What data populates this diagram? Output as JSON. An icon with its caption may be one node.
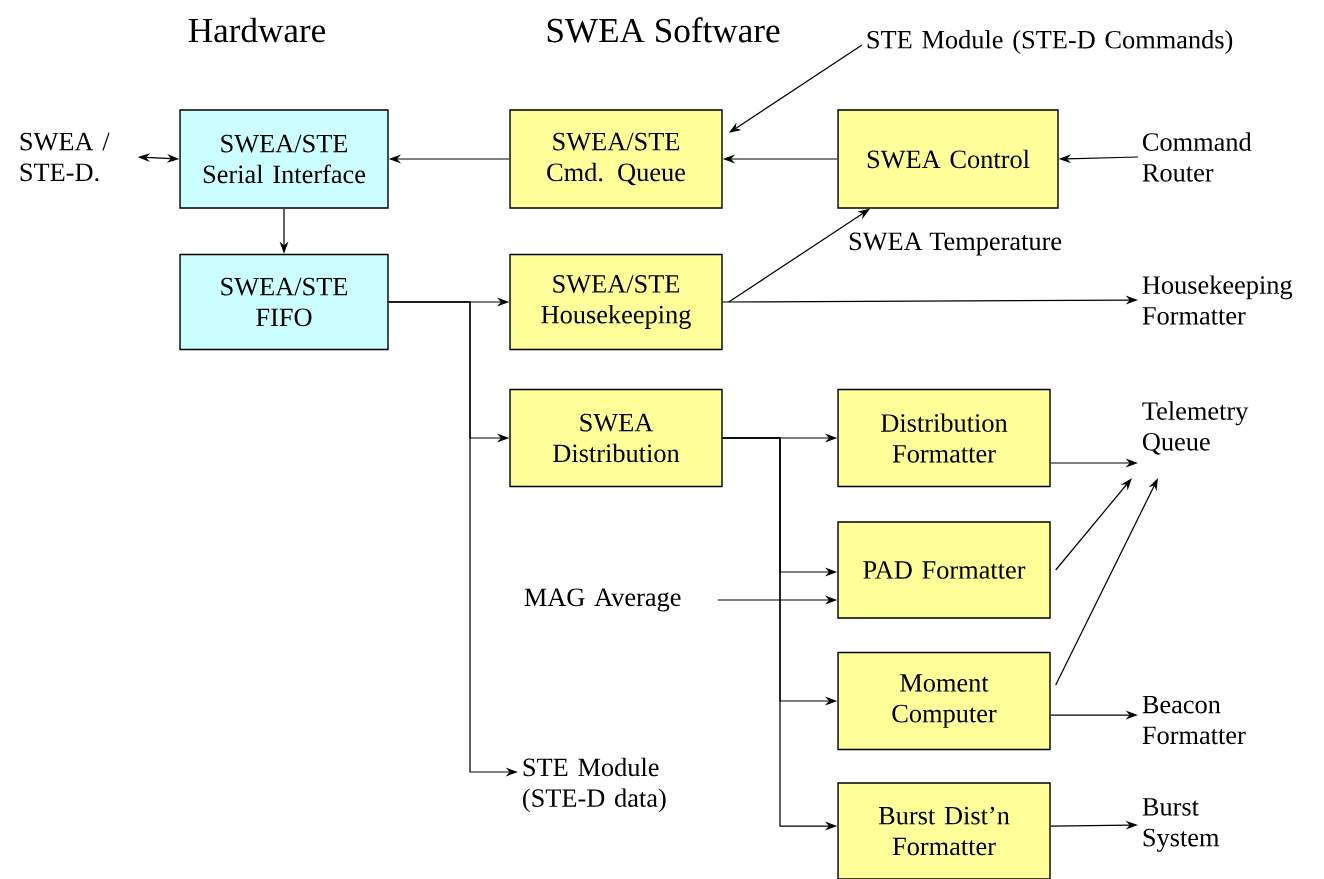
{
  "diagram": {
    "nodes": [
      {
        "text": [
          "SWEA / STE-D."
        ]
      },
      {
        "text": [
          "SWEA/STE Serial Interface"
        ]
      },
      {
        "text": [
          "SWEA/STE FIFO"
        ]
      },
      {
        "text": [
          "SWEA/STE Cmd. Queue"
        ]
      },
      {
        "text": [
          "SWEA Control"
        ]
      },
      {
        "text": [
          "Command Router"
        ]
      },
      {
        "text": [
          "STE Module (STE-D Commands)"
        ]
      },
      {
        "text": [
          "SWEA/STE Housekeeping"
        ]
      },
      {
        "text": [
          "Housekeeping Formatter"
        ]
      },
      {
        "text": [
          "SWEA Distribution"
        ]
      },
      {
        "text": [
          "Distribution Formatter"
        ]
      },
      {
        "text": [
          "Telemetry Queue"
        ]
      },
      {
        "text": [
          "PAD Formatter"
        ]
      },
      {
        "text": [
          "MAG Average"
        ]
      },
      {
        "text": [
          "Moment Computer"
        ]
      },
      {
        "text": [
          "Beacon Formatter"
        ]
      },
      {
        "text": [
          "STE Module (STE-D data)"
        ]
      },
      {
        "text": [
          "Burst Dist’n Formatter"
        ]
      },
      {
        "text": [
          "Burst System"
        ]
      }
    ],
    "edges": [
      {
        "from": 1,
        "to": 0,
        "arrow": "both"
      },
      {
        "from": 3,
        "to": 1,
        "arrow": "to"
      },
      {
        "from": 4,
        "to": 3,
        "arrow": "to"
      },
      {
        "from": 5,
        "to": 4,
        "arrow": "to"
      },
      {
        "from": 6,
        "to": 3,
        "arrow": "to"
      },
      {
        "from": 1,
        "to": 2,
        "arrow": "to"
      },
      {
        "from": 7,
        "to": 4,
        "arrow": "to",
        "label": "SWEA Temperature"
      },
      {
        "from": 2,
        "to": 7,
        "arrow": "to"
      },
      {
        "from": 2,
        "to": 9,
        "arrow": "to"
      },
      {
        "from": 2,
        "to": 16,
        "arrow": "to"
      },
      {
        "from": 7,
        "to": 8,
        "arrow": "to"
      },
      {
        "from": 9,
        "to": 10,
        "arrow": "to"
      },
      {
        "from": 9,
        "to": 12,
        "arrow": "to"
      },
      {
        "from": 9,
        "to": 14,
        "arrow": "to"
      },
      {
        "from": 9,
        "to": 17,
        "arrow": "to"
      },
      {
        "from": 13,
        "to": 12,
        "arrow": "to"
      },
      {
        "from": 10,
        "to": 11,
        "arrow": "to"
      },
      {
        "from": 12,
        "to": 11,
        "arrow": "to"
      },
      {
        "from": 14,
        "to": 11,
        "arrow": "to"
      },
      {
        "from": 14,
        "to": 15,
        "arrow": "to"
      },
      {
        "from": 17,
        "to": 18,
        "arrow": "to"
      }
    ],
    "labels": [
      "Hardware",
      "SWEA Software"
    ]
  }
}
